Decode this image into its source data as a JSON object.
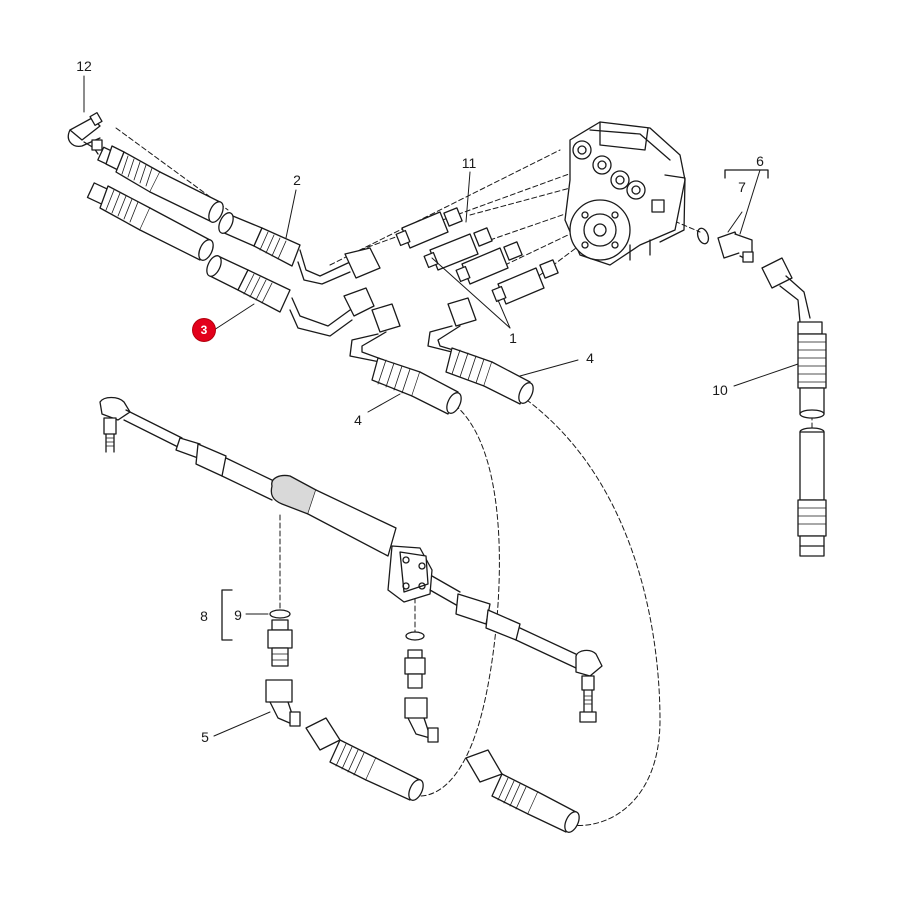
{
  "diagram": {
    "colors": {
      "line": "#1a1a1a",
      "fill": "#ffffff",
      "shade": "#d9d9d9",
      "highlight": "#e3001b"
    },
    "callouts": [
      {
        "id": "c12",
        "label": "12",
        "active": false
      },
      {
        "id": "c2",
        "label": "2",
        "active": false
      },
      {
        "id": "c11",
        "label": "11",
        "active": false
      },
      {
        "id": "c6",
        "label": "6",
        "active": false
      },
      {
        "id": "c7",
        "label": "7",
        "active": false
      },
      {
        "id": "c3",
        "label": "3",
        "active": true
      },
      {
        "id": "c1",
        "label": "1",
        "active": false
      },
      {
        "id": "c4a",
        "label": "4",
        "active": false
      },
      {
        "id": "c4b",
        "label": "4",
        "active": false
      },
      {
        "id": "c10",
        "label": "10",
        "active": false
      },
      {
        "id": "c8",
        "label": "8",
        "active": false
      },
      {
        "id": "c9",
        "label": "9",
        "active": false
      },
      {
        "id": "c5",
        "label": "5",
        "active": false
      }
    ]
  }
}
